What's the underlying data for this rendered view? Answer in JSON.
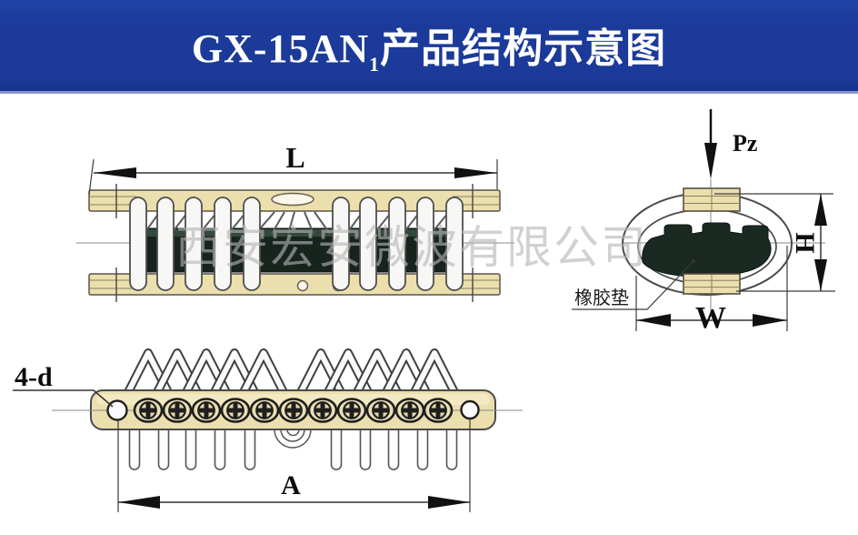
{
  "header": {
    "title_prefix": "GX-15AN",
    "title_sub": "1",
    "title_suffix": "产品结构示意图",
    "bg_color": "#1b3a99",
    "text_color": "#ffffff"
  },
  "watermark": {
    "text": "西安宏安微波有限公司",
    "color": "#b5b5b5"
  },
  "diagram": {
    "side_view": {
      "dim_length": "L"
    },
    "end_view": {
      "load_label": "Pz",
      "dim_height": "H",
      "dim_width": "W",
      "part_label": "橡胶垫"
    },
    "top_view": {
      "holes_label": "4-d",
      "dim_span": "A"
    },
    "colors": {
      "plate_tan": "#ecdfae",
      "rubber_pad_dark": "#1a2a22",
      "outline": "#3c3c3c",
      "centerline": "#8a8a8a",
      "header_blue": "#1b3a99"
    }
  }
}
